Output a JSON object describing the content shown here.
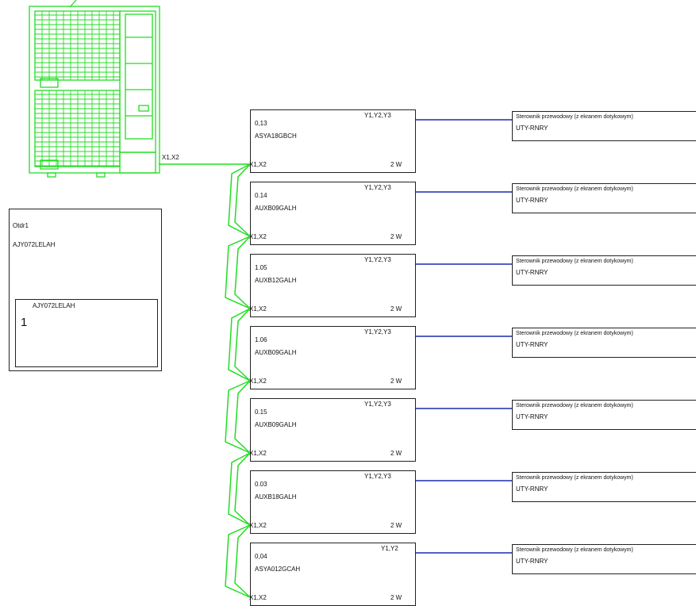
{
  "colors": {
    "bus": "#22dd22",
    "controller_line": "#1a2bb0",
    "outline": "#222222"
  },
  "outdoor_unit": {
    "icon": "outdoor-ac-unit-icon",
    "port_label": "X1,X2"
  },
  "outdoor_info": {
    "name": "Otdr1",
    "model": "AJY072LELAH",
    "inner_model": "AJY072LELAH",
    "inner_count": "1"
  },
  "indoor_units": [
    {
      "addr": "0,13",
      "model": "ASYA18GBCH",
      "ctrl_port": "Y1,Y2,Y3",
      "bus_port": "X1,X2",
      "wire": "2 W"
    },
    {
      "addr": "0.14",
      "model": "AUXB09GALH",
      "ctrl_port": "Y1,Y2,Y3",
      "bus_port": "X1,X2",
      "wire": "2 W"
    },
    {
      "addr": "1.05",
      "model": "AUXB12GALH",
      "ctrl_port": "Y1,Y2,Y3",
      "bus_port": "X1,X2",
      "wire": "2 W"
    },
    {
      "addr": "1.06",
      "model": "AUXB09GALH",
      "ctrl_port": "Y1,Y2,Y3",
      "bus_port": "X1,X2",
      "wire": "2 W"
    },
    {
      "addr": "0.15",
      "model": "AUXB09GALH",
      "ctrl_port": "Y1,Y2,Y3",
      "bus_port": "X1,X2",
      "wire": "2 W"
    },
    {
      "addr": "0.03",
      "model": "AUXB18GALH",
      "ctrl_port": "Y1,Y2,Y3",
      "bus_port": "X1,X2",
      "wire": "2 W"
    },
    {
      "addr": "0,04",
      "model": "ASYA012GCAH",
      "ctrl_port": "Y1,Y2",
      "bus_port": "X1,X2",
      "wire": "2 W"
    }
  ],
  "controllers": [
    {
      "name": "Sterownik przewodowy (z ekranem dotykowym)",
      "model": "UTY-RNRY"
    },
    {
      "name": "Sterownik przewodowy (z ekranem dotykowym)",
      "model": "UTY-RNRY"
    },
    {
      "name": "Sterownik przewodowy (z ekranem dotykowym)",
      "model": "UTY-RNRY"
    },
    {
      "name": "Sterownik przewodowy (z ekranem dotykowym)",
      "model": "UTY-RNRY"
    },
    {
      "name": "Sterownik przewodowy (z ekranem dotykowym)",
      "model": "UTY-RNRY"
    },
    {
      "name": "Sterownik przewodowy (z ekranem dotykowym)",
      "model": "UTY-RNRY"
    },
    {
      "name": "Sterownik przewodowy (z ekranem dotykowym)",
      "model": "UTY-RNRY"
    }
  ]
}
